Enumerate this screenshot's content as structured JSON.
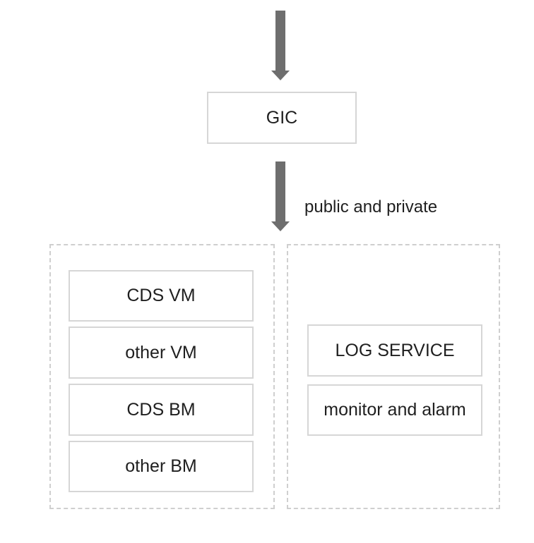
{
  "nodes": {
    "gic": "GIC",
    "left_group": [
      "CDS VM",
      "other VM",
      "CDS BM",
      "other BM"
    ],
    "right_group": [
      "LOG SERVICE",
      "monitor and alarm"
    ]
  },
  "edges": {
    "gic_to_groups_label": "public and private"
  },
  "colors": {
    "arrow": "#6e6e6e",
    "node_border": "#d6d6d6",
    "group_border": "#cfcfcf"
  }
}
